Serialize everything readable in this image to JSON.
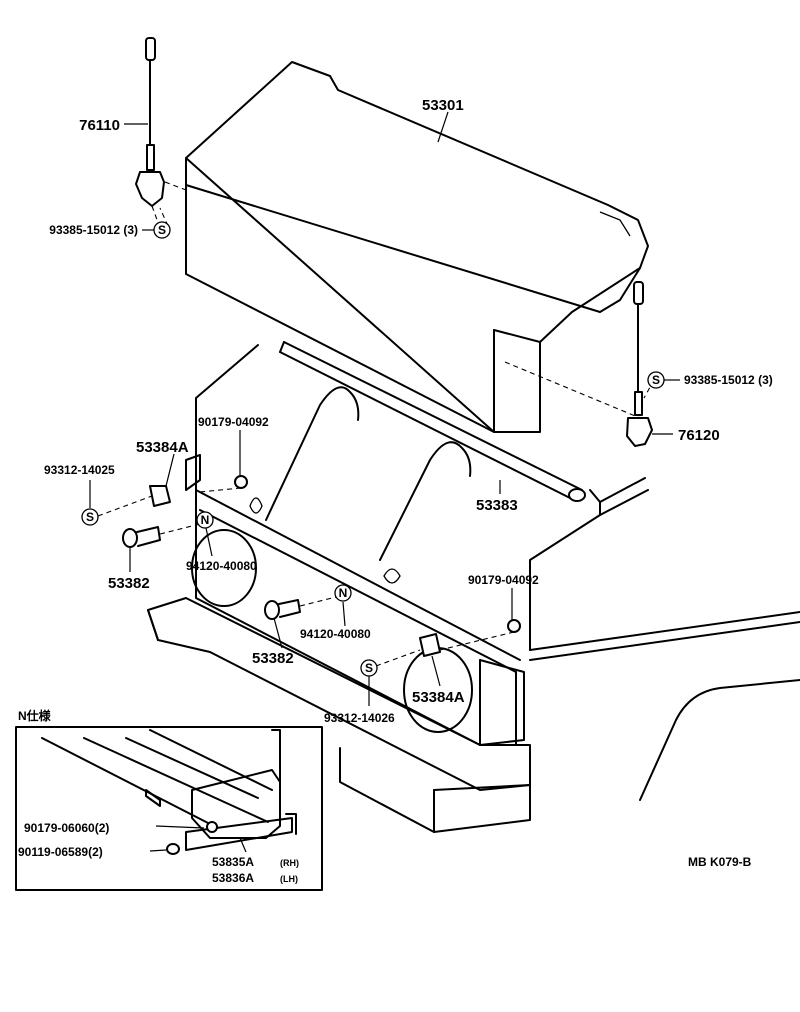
{
  "parts": {
    "antenna_left": "76110",
    "antenna_right": "76120",
    "hood_panel": "53301",
    "screw_left": "93385-15012 (3)",
    "screw_right": "93385-15012 (3)",
    "weatherstrip": "53383",
    "nut_left": "90179-04092",
    "nut_right": "90179-04092",
    "hinge_left": "53384A",
    "hinge_right": "53384A",
    "clip_left": "93312-14025",
    "clip_right": "93312-14026",
    "bolt_left": "53382",
    "bolt_right": "53382",
    "washer_left": "94120-40080",
    "washer_right": "94120-40080"
  },
  "inset": {
    "title": "N仕様",
    "nut": "90179-06060(2)",
    "bolt": "90119-06589(2)",
    "bracket_rh": "53835A",
    "bracket_rh_tag": "(RH)",
    "bracket_lh": "53836A",
    "bracket_lh_tag": "(LH)"
  },
  "symbols": {
    "s_mark": "S",
    "n_mark": "N"
  },
  "diagram_code": "MB K079-B",
  "colors": {
    "line": "#000000",
    "background": "#ffffff"
  }
}
